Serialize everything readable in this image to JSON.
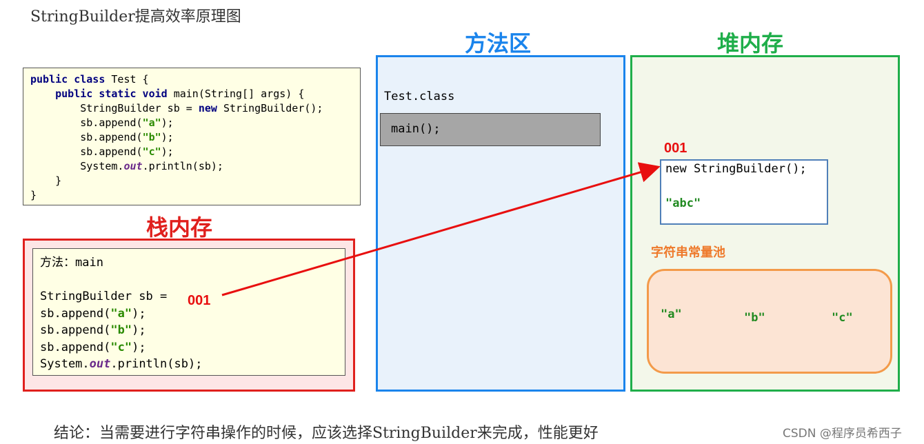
{
  "title": "StringBuilder提高效率原理图",
  "code": {
    "lines": [
      {
        "kw": "public class ",
        "rest": "Test {"
      },
      {
        "indent": "    ",
        "kw": "public static void ",
        "rest": "main(String[] args) {"
      },
      {
        "indent": "        ",
        "pre": "StringBuilder sb = ",
        "kw": "new ",
        "rest": "StringBuilder();"
      },
      {
        "indent": "        ",
        "pre": "sb.append(",
        "str": "\"a\"",
        "rest": ");"
      },
      {
        "indent": "        ",
        "pre": "sb.append(",
        "str": "\"b\"",
        "rest": ");"
      },
      {
        "indent": "        ",
        "pre": "sb.append(",
        "str": "\"c\"",
        "rest": ");"
      },
      {
        "indent": "        ",
        "pre": "System.",
        "it": "out",
        "rest": ".println(sb);"
      },
      {
        "indent": "    ",
        "rest": "}"
      },
      {
        "rest": "}"
      }
    ]
  },
  "stack": {
    "title": "栈内存",
    "title_color": "#e0201d",
    "method_label": "方法：main",
    "assign": "StringBuilder sb = ",
    "ref": "001",
    "append_pre": "sb.append(",
    "append_post": ");",
    "args": [
      "\"a\"",
      "\"b\"",
      "\"c\""
    ],
    "print_pre": "System.",
    "print_it": "out",
    "print_post": ".println(sb);"
  },
  "method_area": {
    "title": "方法区",
    "title_color": "#1a84ec",
    "class_name": "Test.class",
    "method": "main();"
  },
  "heap": {
    "title": "堆内存",
    "title_color": "#1fae4a",
    "address": "001",
    "object_expr": "new StringBuilder();",
    "object_value": "\"abc\"",
    "pool_label": "字符串常量池",
    "pool_label_color": "#ee7a2c",
    "pool_items": [
      "\"a\"",
      "\"b\"",
      "\"c\""
    ]
  },
  "conclusion": "结论：当需要进行字符串操作的时候，应该选择StringBuilder来完成，性能更好",
  "watermark": "CSDN @程序员希西子"
}
